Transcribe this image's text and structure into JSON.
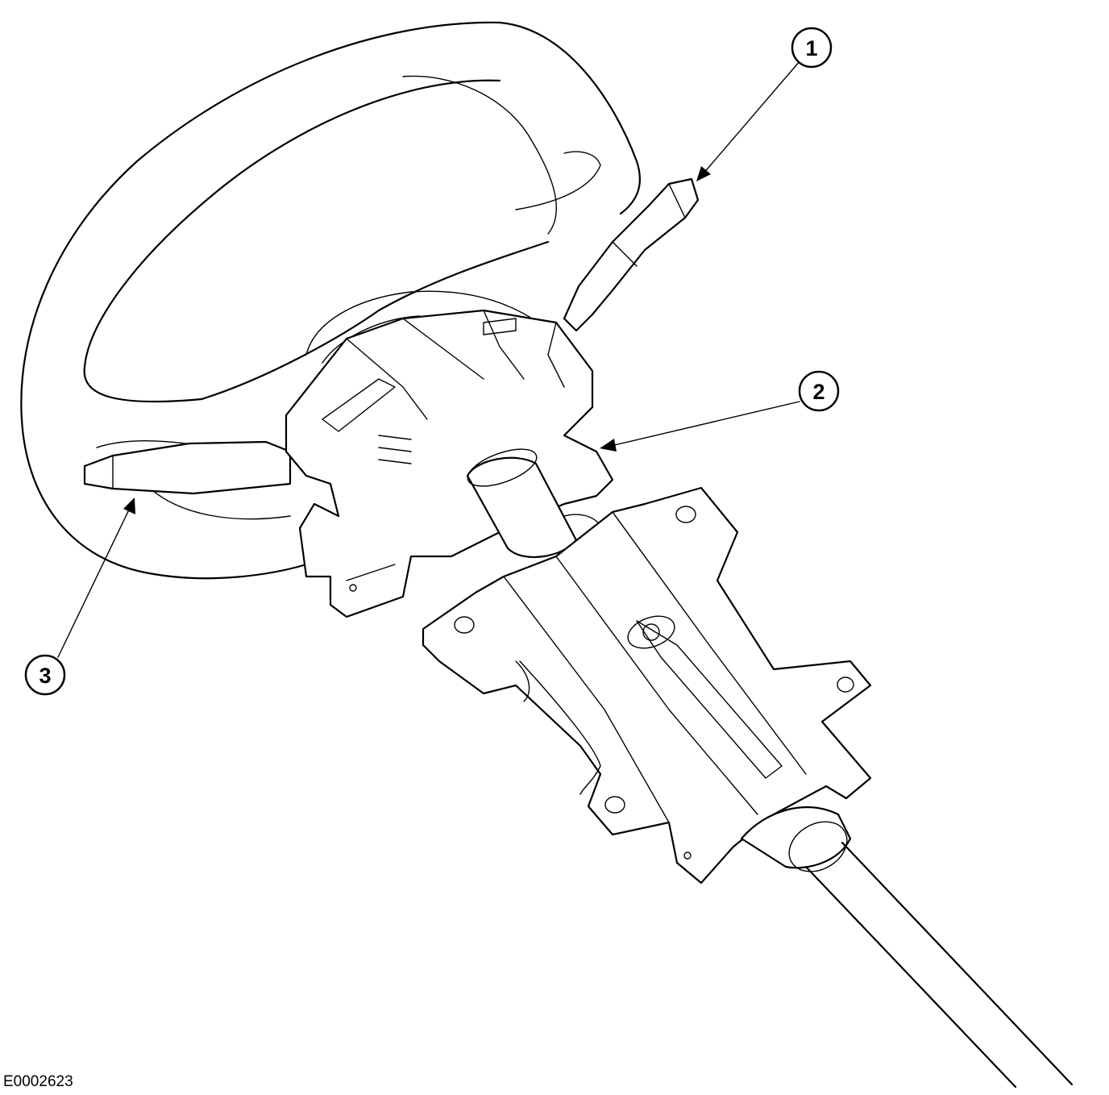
{
  "figure_id": "E0002623",
  "callouts": [
    {
      "label": "1"
    },
    {
      "label": "2"
    },
    {
      "label": "3"
    }
  ]
}
